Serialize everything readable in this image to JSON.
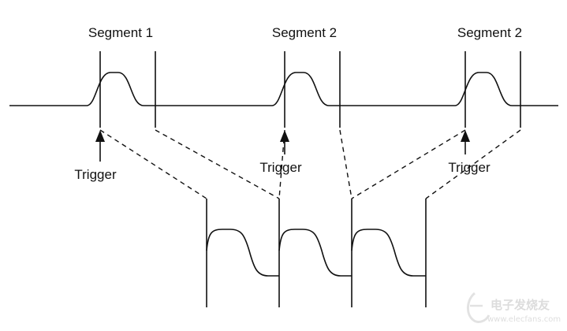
{
  "segments": [
    {
      "label": "Segment 1",
      "trigger_label": "Trigger"
    },
    {
      "label": "Segment 2",
      "trigger_label": "Trigger"
    },
    {
      "label": "Segment 2",
      "trigger_label": "Trigger"
    }
  ],
  "watermark": {
    "text": "电子发烧友",
    "url": "www.elecfans.com"
  }
}
